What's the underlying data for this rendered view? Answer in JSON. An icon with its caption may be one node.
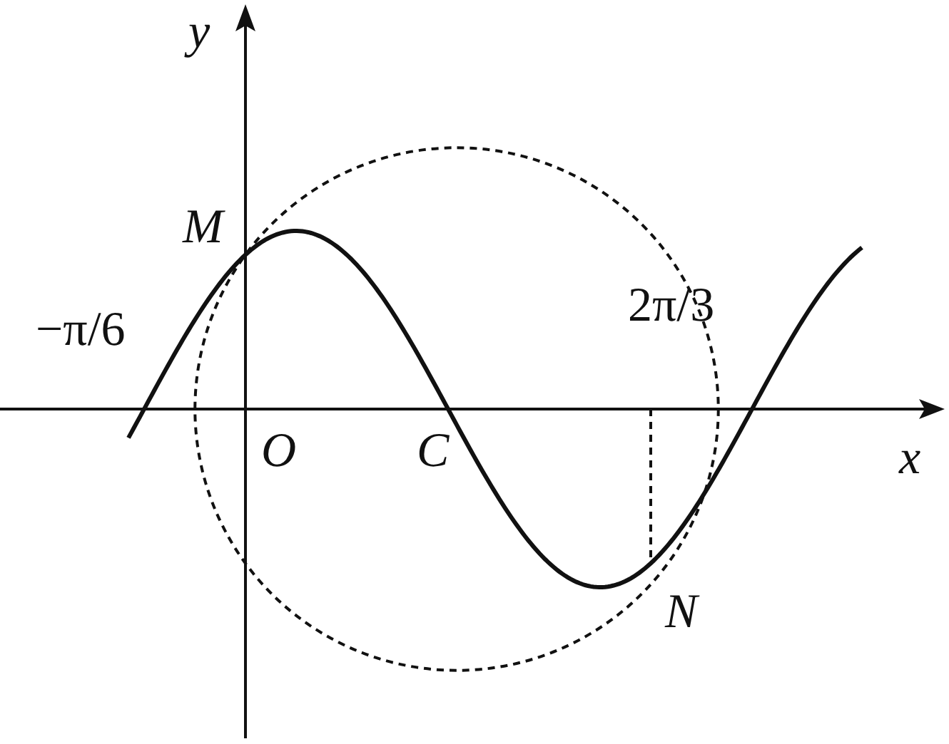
{
  "diagram": {
    "labels": [
      "y",
      "M",
      "−π/6",
      "2π/3",
      "O",
      "C",
      "x",
      "N"
    ]
  }
}
